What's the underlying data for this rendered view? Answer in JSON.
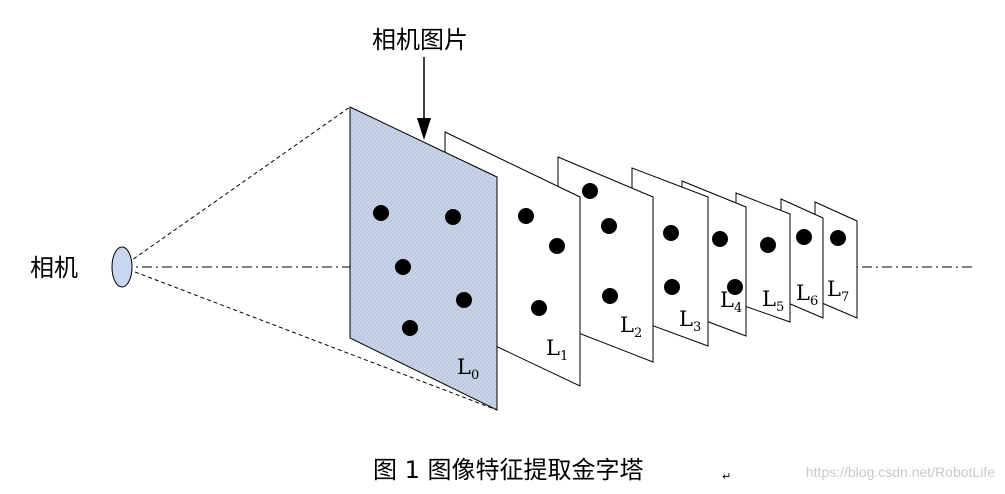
{
  "diagram": {
    "camera_label": "相机",
    "image_label": "相机图片",
    "caption": "图 1 图像特征提取金字塔",
    "caption_mark": "↵",
    "watermark": "https://blog.csdn.net/RobotLife",
    "levels": [
      {
        "base": "L",
        "sub": "0"
      },
      {
        "base": "L",
        "sub": "1"
      },
      {
        "base": "L",
        "sub": "2"
      },
      {
        "base": "L",
        "sub": "3"
      },
      {
        "base": "L",
        "sub": "4"
      },
      {
        "base": "L",
        "sub": "5"
      },
      {
        "base": "L",
        "sub": "6"
      },
      {
        "base": "L",
        "sub": "7"
      }
    ],
    "colors": {
      "image_fill": "#c7d3e6",
      "camera_fill": "#c9d6f2",
      "stroke": "#000000"
    }
  }
}
